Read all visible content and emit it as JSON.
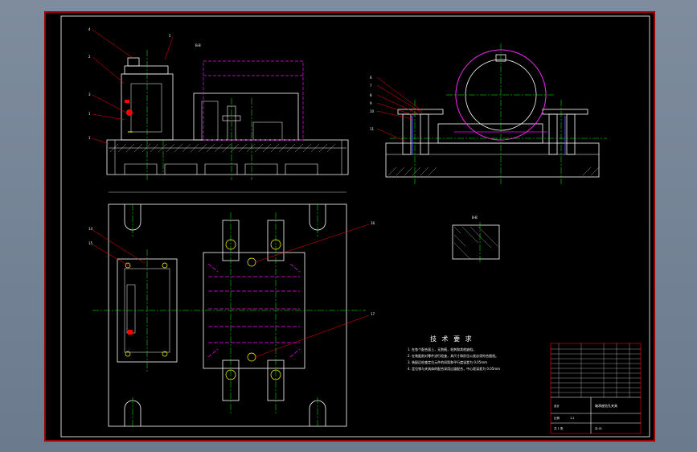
{
  "app": {
    "accent_background": "#000000",
    "frame_color": "#ff0000",
    "outline_color": "#ffffff",
    "centerline_color": "#00ff00",
    "hidden_color": "#ff00ff",
    "leader_color": "#ff0000",
    "dimension_color": "#00ffff"
  },
  "callouts_left": [
    "4",
    "2",
    "3",
    "1",
    "1"
  ],
  "callouts_top_right": [
    "5",
    "6",
    "7",
    "8",
    "9",
    "10",
    "11"
  ],
  "callouts_plan": [
    "14",
    "15",
    "16",
    "17"
  ],
  "section_labels": {
    "top_view_mark": "B-B",
    "detail_mark": "B-B"
  },
  "tech_notes": {
    "title": "技 术 要 求",
    "items": [
      "1. 在各个配合面上，无划痕，毛刺和其他缺陷。",
      "2. 在装配前对零件进行检查，其尺寸和形位公差必须符合图纸。",
      "3. 装配后检查定位元件的间距和平行度误差为 0.05mm",
      "4. 定位销与夹具体的配合采用过渡配合，中心距误差为 0.05mm"
    ]
  },
  "title_block": {
    "drawing_name": "轴承座钻孔夹具",
    "drawing_code": "ZJ-01",
    "designer_label": "设计",
    "scale_label": "比例",
    "scale_value": "1:1",
    "sheet_label": "共 1 张"
  }
}
